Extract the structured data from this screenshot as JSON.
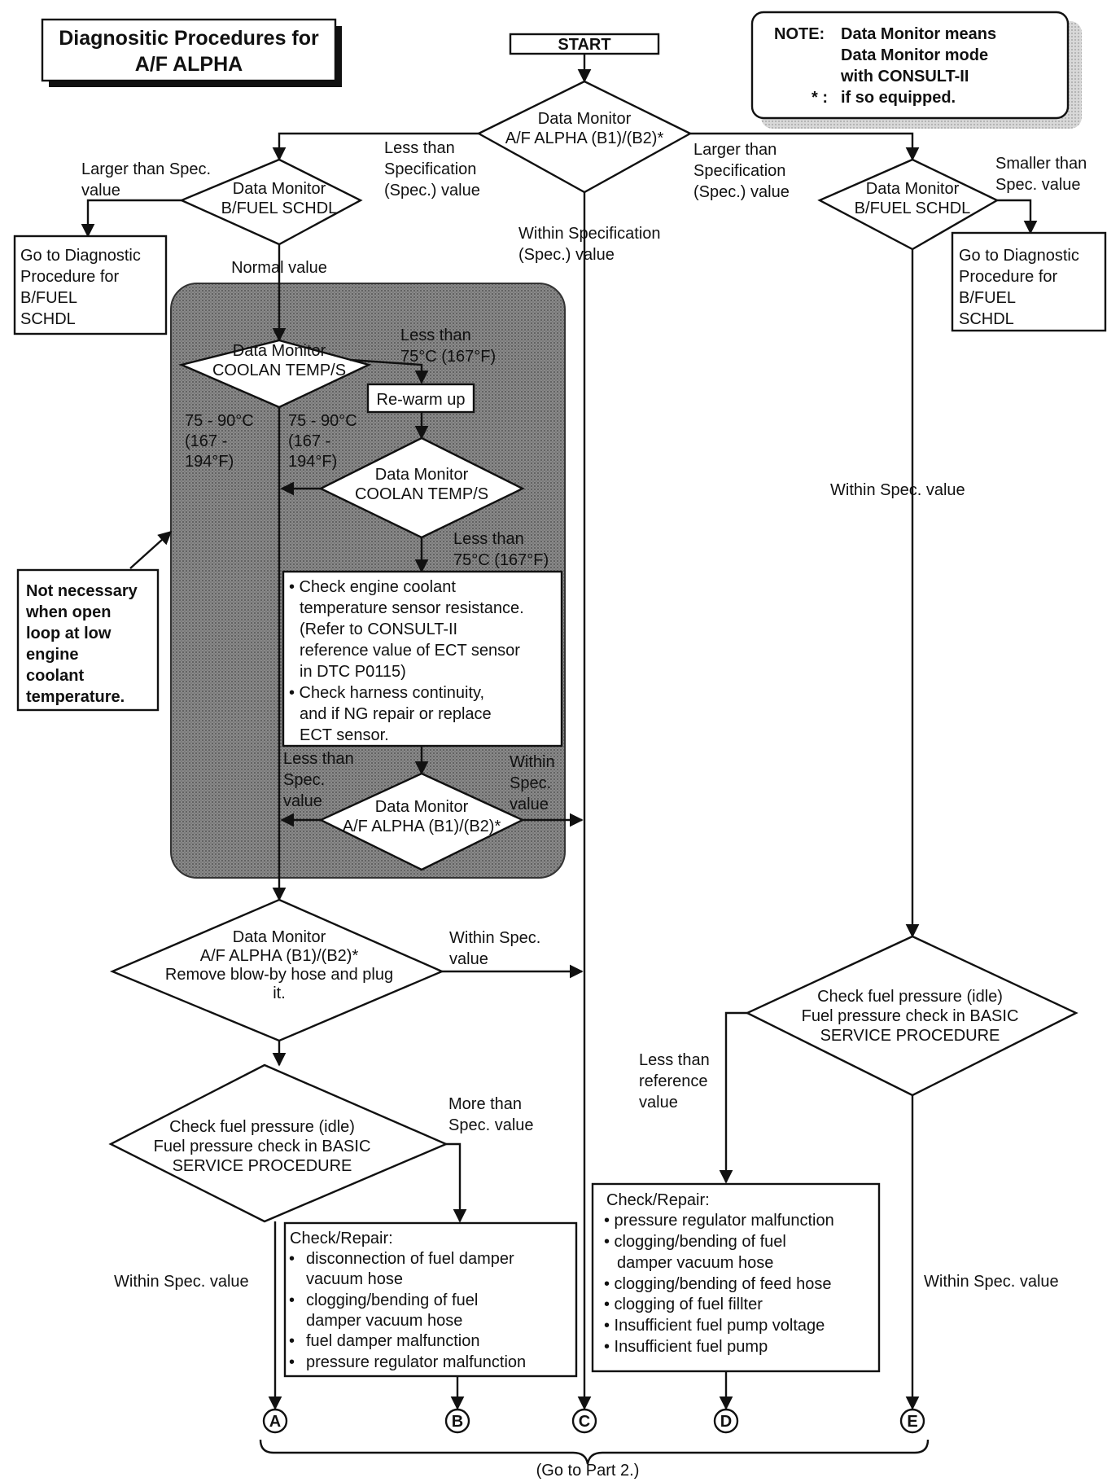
{
  "title": [
    "Diagnositic Procedures for",
    "A/F ALPHA"
  ],
  "start": "START",
  "note": [
    "NOTE:",
    "Data Monitor means",
    "Data Monitor mode",
    "with CONSULT-II",
    "* :",
    "if so equipped."
  ],
  "d_main": [
    "Data Monitor",
    "A/F ALPHA (B1)/(B2)*"
  ],
  "lbl_main_left": [
    "Less than",
    "Specification",
    "(Spec.) value"
  ],
  "lbl_main_right": [
    "Larger than",
    "Specification",
    "(Spec.) value"
  ],
  "lbl_main_down": [
    "Within Specification",
    "(Spec.) value"
  ],
  "d_fuel_left": [
    "Data Monitor",
    "B/FUEL SCHDL"
  ],
  "lbl_fuel_left_larger": [
    "Larger than Spec.",
    "value"
  ],
  "box_goto_left": [
    "Go to Diagnostic",
    "Procedure for",
    "B/FUEL",
    "SCHDL"
  ],
  "lbl_normal": "Normal value",
  "d_fuel_right": [
    "Data Monitor",
    "B/FUEL SCHDL"
  ],
  "lbl_fuel_right_smaller": [
    "Smaller than",
    "Spec. value"
  ],
  "box_goto_right": [
    "Go to Diagnostic",
    "Procedure for",
    "B/FUEL",
    "SCHDL"
  ],
  "d_cool1": [
    "Data Monitor",
    "COOLAN TEMP/S"
  ],
  "lbl_cool1_less": [
    "Less than",
    "75°C (167°F)"
  ],
  "box_rewarm": "Re-warm up",
  "lbl_cool1_within": [
    "75 - 90°C",
    "(167 -",
    "194°F)"
  ],
  "lbl_cool2_within": [
    "75 - 90°C",
    "(167 -",
    "194°F)"
  ],
  "d_cool2": [
    "Data Monitor",
    "COOLAN TEMP/S"
  ],
  "lbl_cool2_less": [
    "Less than",
    "75°C (167°F)"
  ],
  "box_check_ect": [
    "• Check engine coolant",
    "temperature sensor resistance.",
    "(Refer to CONSULT-II",
    "reference value of ECT sensor",
    "in DTC P0115)",
    "• Check harness continuity,",
    "and if NG repair or replace",
    "ECT sensor."
  ],
  "note_not_necessary": [
    "Not necessary",
    "when open",
    "loop at low",
    "engine",
    "coolant",
    "temperature."
  ],
  "d_af2": [
    "Data Monitor",
    "A/F ALPHA (B1)/(B2)*"
  ],
  "lbl_af2_less": [
    "Less than",
    "Spec.",
    "value"
  ],
  "lbl_af2_within": [
    "Within",
    "Spec.",
    "value"
  ],
  "d_blowby": [
    "Data Monitor",
    "A/F ALPHA (B1)/(B2)*",
    "Remove blow-by hose and plug",
    "it."
  ],
  "lbl_blowby_within": [
    "Within Spec.",
    "value"
  ],
  "lbl_right_within": "Within Spec. value",
  "d_fp_left": [
    "Check fuel pressure (idle)",
    "Fuel pressure check in BASIC",
    "SERVICE PROCEDURE"
  ],
  "lbl_fp_left_more": [
    "More than",
    "Spec. value"
  ],
  "lbl_fp_left_within": "Within Spec. value",
  "box_repair_b": [
    "Check/Repair:",
    "•",
    "disconnection of fuel damper",
    "vacuum hose",
    "•",
    "clogging/bending of fuel",
    "damper vacuum hose",
    "•",
    "fuel damper malfunction",
    "•",
    "pressure regulator malfunction"
  ],
  "d_fp_right": [
    "Check fuel pressure (idle)",
    "Fuel pressure check in BASIC",
    "SERVICE PROCEDURE"
  ],
  "lbl_fp_right_less": [
    "Less than",
    "reference",
    "value"
  ],
  "lbl_fp_right_within": "Within Spec. value",
  "box_repair_d": [
    "Check/Repair:",
    "• pressure regulator malfunction",
    "• clogging/bending of fuel",
    "damper vacuum hose",
    "• clogging/bending of feed hose",
    "• clogging of fuel fillter",
    "• Insufficient fuel pump voltage",
    "• Insufficient fuel pump"
  ],
  "connectors": [
    "A",
    "B",
    "C",
    "D",
    "E"
  ],
  "footer": "(Go to  Part 2.)"
}
